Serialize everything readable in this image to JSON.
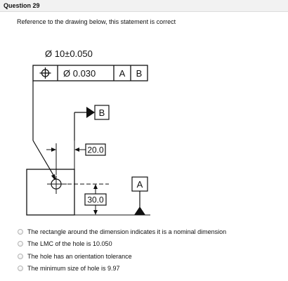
{
  "question": {
    "title": "Question 29",
    "prompt": "Reference to the drawing below, this statement is correct"
  },
  "drawing": {
    "size_callout": "Ø 10±0.050",
    "fcf_tolerance": "Ø 0.030",
    "fcf_datum_1": "A",
    "fcf_datum_2": "B",
    "datum_b_label": "B",
    "datum_a_label": "A",
    "basic_dim_horizontal": "20.0",
    "basic_dim_vertical": "30.0"
  },
  "options": [
    {
      "label": "The rectangle around the dimension indicates it is a nominal dimension"
    },
    {
      "label": "The LMC of the hole is 10.050"
    },
    {
      "label": "The hole has an orientation tolerance"
    },
    {
      "label": "The minimum size of hole is 9.97"
    }
  ]
}
